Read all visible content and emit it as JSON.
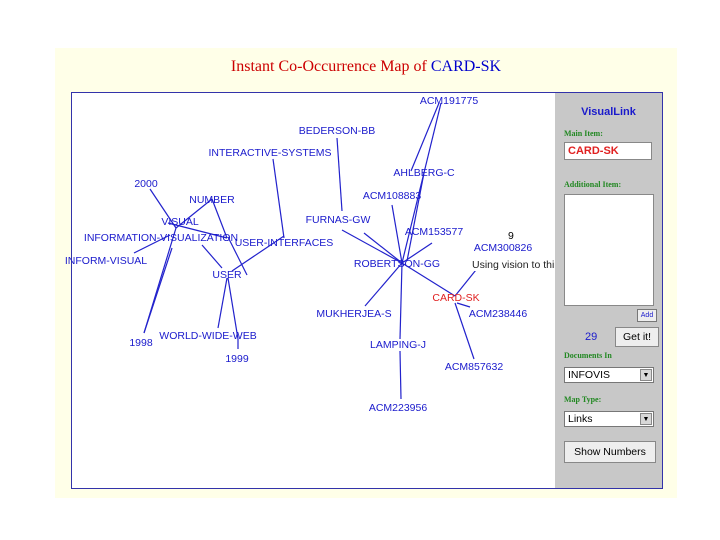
{
  "title": {
    "prefix": "Instant Co-Occurrence Map of ",
    "focus": "CARD-SK"
  },
  "nodes": {
    "acm191775": "ACM191775",
    "bederson": "BEDERSON-BB",
    "interactive": "INTERACTIVE-SYSTEMS",
    "ahlberg": "AHLBERG-C",
    "y2000": "2000",
    "number": "NUMBER",
    "acm108883": "ACM108883",
    "furnas": "FURNAS-GW",
    "visual": "VISUAL",
    "acm153577": "ACM153577",
    "infovis": "INFORMATION-VISUALIZATION",
    "userint": "USER-INTERFACES",
    "acm300826": "ACM300826",
    "informvisual": "INFORM-VISUAL",
    "robertson": "ROBERTSON-GG",
    "user": "USER",
    "cardsk": "CARD-SK",
    "mukherjea": "MUKHERJEA-S",
    "acm238446": "ACM238446",
    "www": "WORLD-WIDE-WEB",
    "y1998": "1998",
    "lamping": "LAMPING-J",
    "y1999": "1999",
    "acm857632": "ACM857632",
    "acm223956": "ACM223956"
  },
  "tooltip": "Using vision to think by Stuart K. Card, etc",
  "tooltip_count": "9",
  "panel": {
    "header": "VisualLink",
    "main_item_label": "Main Item:",
    "main_item_value": "CARD-SK",
    "additional_label": "Additional Item:",
    "add_button": "Add",
    "doc_count": "29",
    "getit_button": "Get it!",
    "documents_label": "Documents In",
    "documents_value": "INFOVIS",
    "maptype_label": "Map Type:",
    "maptype_value": "Links",
    "show_numbers_button": "Show Numbers"
  },
  "colors": {
    "node": "#1a1acc",
    "focus_node": "#e02020",
    "edge": "#2222cc",
    "title": "#cc0000",
    "panel": "#c8c8c8"
  }
}
